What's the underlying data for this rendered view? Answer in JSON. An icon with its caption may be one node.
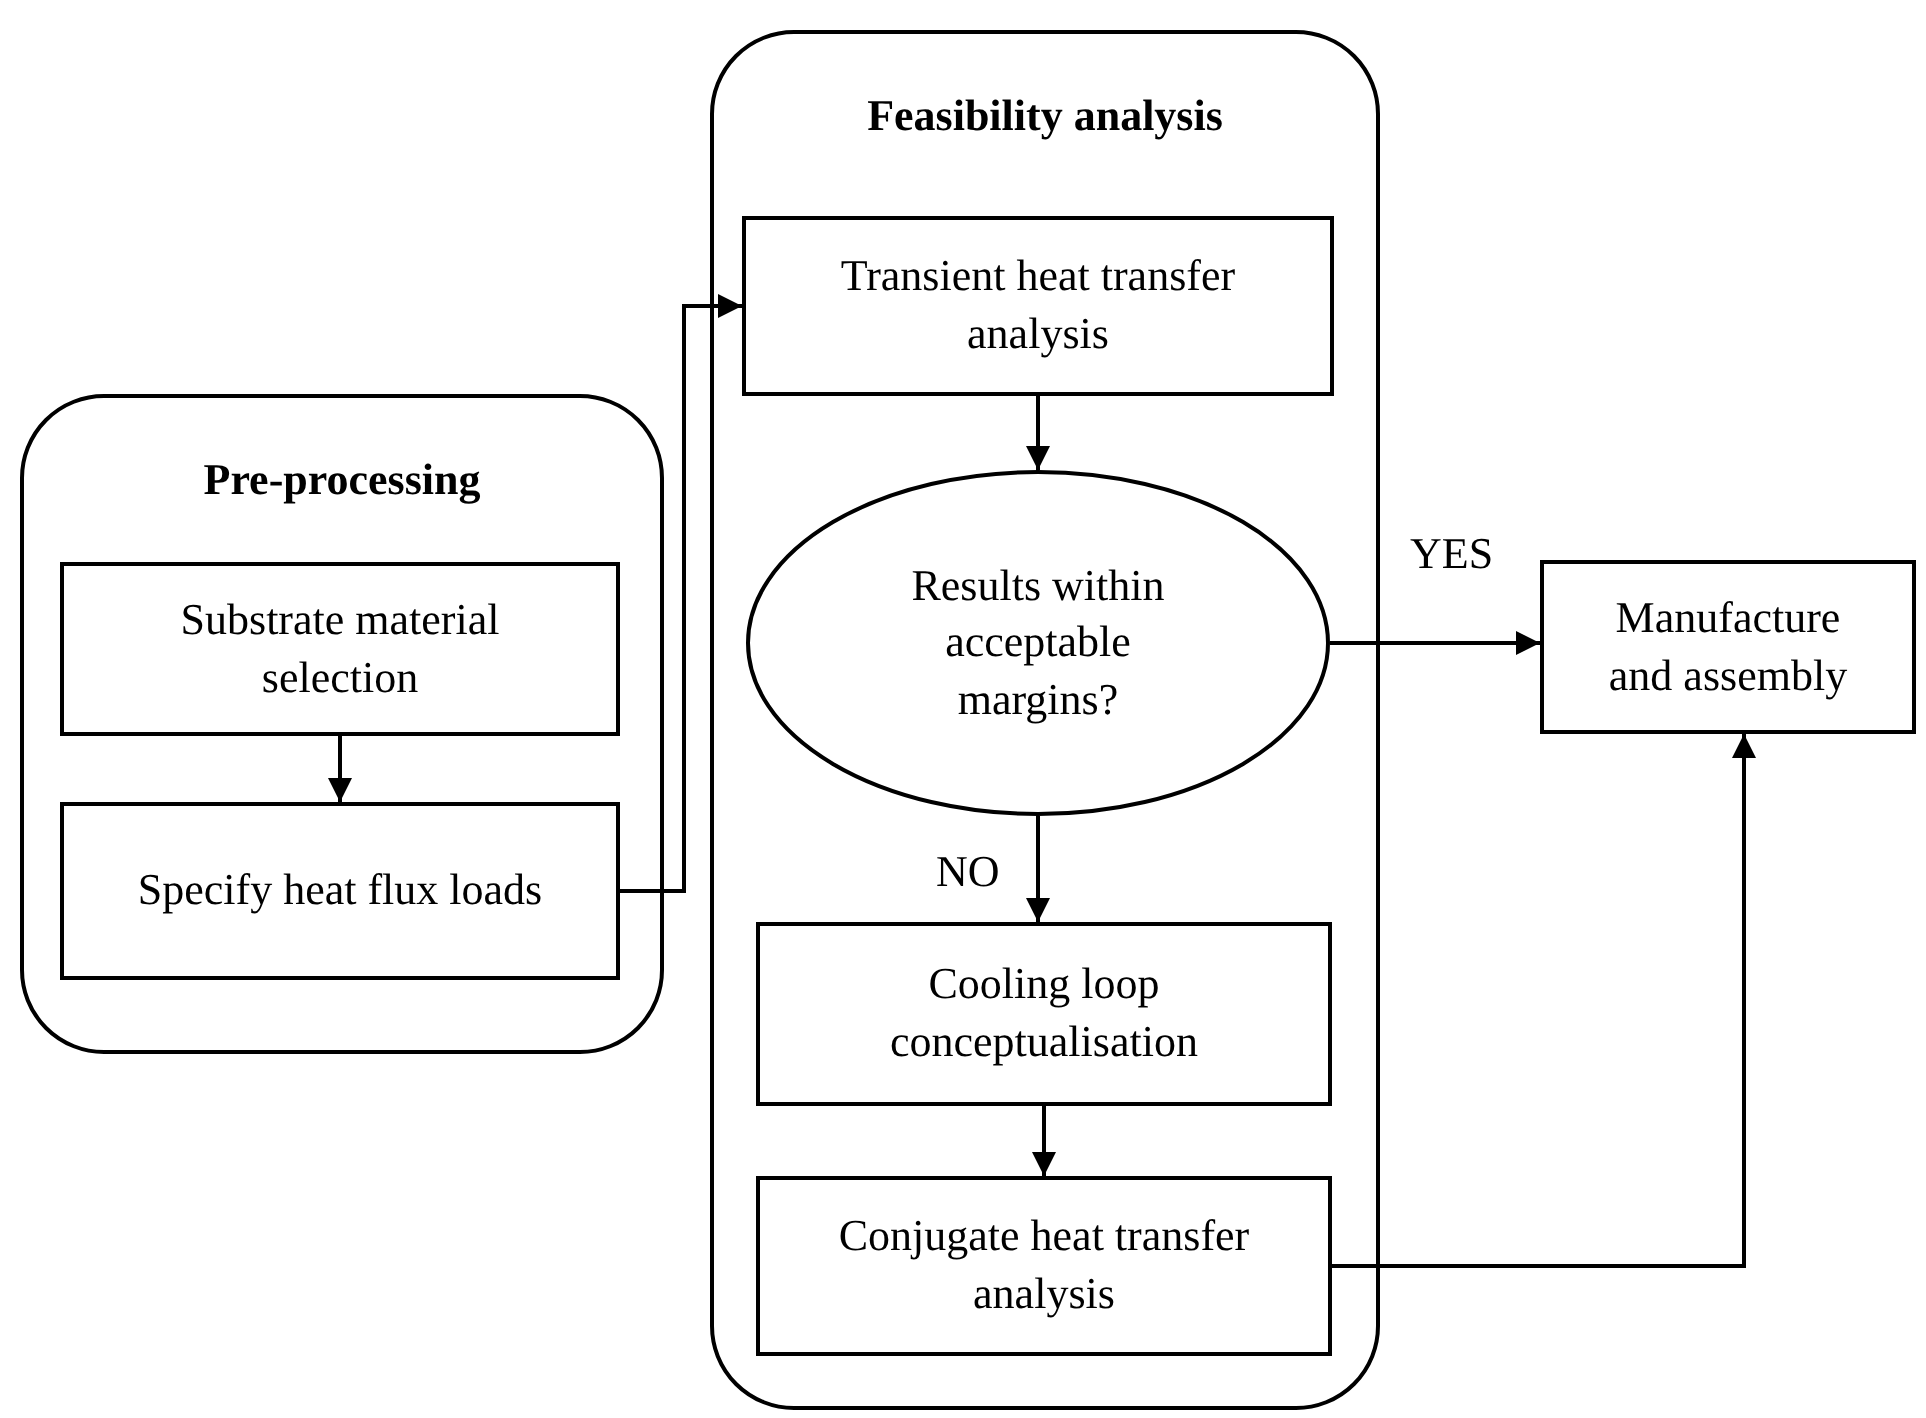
{
  "diagram": {
    "nodes": [
      {
        "text": [
          "Pre-processing"
        ]
      },
      {
        "text": [
          "Substrate material selection"
        ],
        "in": 0
      },
      {
        "text": [
          "Specify heat flux loads"
        ],
        "in": 0
      },
      {
        "text": [
          "Feasibility analysis"
        ]
      },
      {
        "text": [
          "Transient heat transfer analysis"
        ],
        "in": 3
      },
      {
        "text": [
          "Results within acceptable margins?"
        ],
        "in": 3
      },
      {
        "text": [
          "Cooling loop conceptualisation"
        ],
        "in": 3
      },
      {
        "text": [
          "Conjugate heat transfer analysis"
        ],
        "in": 3
      },
      {
        "text": [
          "Manufacture and assembly"
        ]
      }
    ],
    "edges": [
      {
        "from": 1,
        "to": 2,
        "arrow": "to"
      },
      {
        "from": 2,
        "to": 4,
        "arrow": "to"
      },
      {
        "from": 4,
        "to": 5,
        "arrow": "to"
      },
      {
        "from": 5,
        "to": 8,
        "label": "YES",
        "arrow": "to"
      },
      {
        "from": 5,
        "to": 6,
        "label": "NO",
        "arrow": "to"
      },
      {
        "from": 6,
        "to": 7,
        "arrow": "to"
      },
      {
        "from": 7,
        "to": 8,
        "arrow": "to"
      }
    ]
  }
}
